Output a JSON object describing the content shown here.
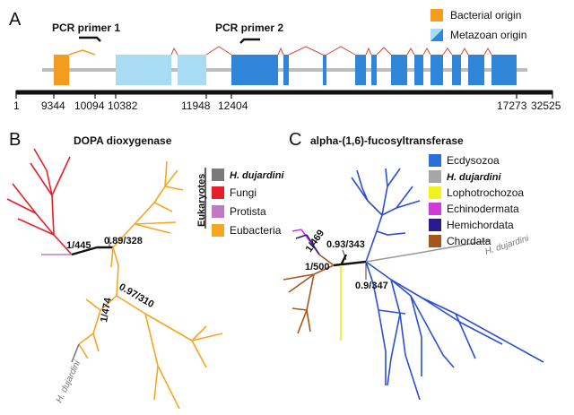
{
  "panel_a": {
    "letter": "A",
    "primer1": "PCR primer 1",
    "primer2": "PCR primer 2",
    "legend": [
      {
        "label": "Bacterial origin",
        "color": "#f59b1e"
      },
      {
        "label": "Metazoan origin",
        "color": "#2f86d8",
        "color2": "#a9dbf4"
      }
    ],
    "axis_start": "1",
    "axis_end": "32525",
    "ticks": [
      "9344",
      "10094",
      "10382",
      "11948",
      "12404",
      "17273"
    ]
  },
  "panel_b": {
    "letter": "B",
    "title": "DOPA dioxygenase",
    "group_label": "Eukaryotes",
    "legend": [
      {
        "label": "H. dujardini",
        "color": "#7a7a7a"
      },
      {
        "label": "Fungi",
        "color": "#e3202b"
      },
      {
        "label": "Protista",
        "color": "#c07ac4"
      },
      {
        "label": "Eubacteria",
        "color": "#f5a623"
      }
    ],
    "supports": [
      "1/445",
      "0.89/328",
      "1/474",
      "0.97/310"
    ],
    "leaf_label": "H. dujardini"
  },
  "panel_c": {
    "letter": "C",
    "title": "alpha-(1,6)-fucosyltransferase",
    "legend": [
      {
        "label": "Ecdysozoa",
        "color": "#2b6fd9"
      },
      {
        "label": "H. dujardini",
        "color": "#a6a6a6"
      },
      {
        "label": "Lophotrochozoa",
        "color": "#f2f21c"
      },
      {
        "label": "Echinodermata",
        "color": "#d23ad8"
      },
      {
        "label": "Hemichordata",
        "color": "#2a1a8c"
      },
      {
        "label": "Chordata",
        "color": "#a5561a"
      }
    ],
    "supports": [
      "1/469",
      "0.93/343",
      "1/500",
      "0.9/347"
    ],
    "leaf_label": "H. dujardini"
  }
}
